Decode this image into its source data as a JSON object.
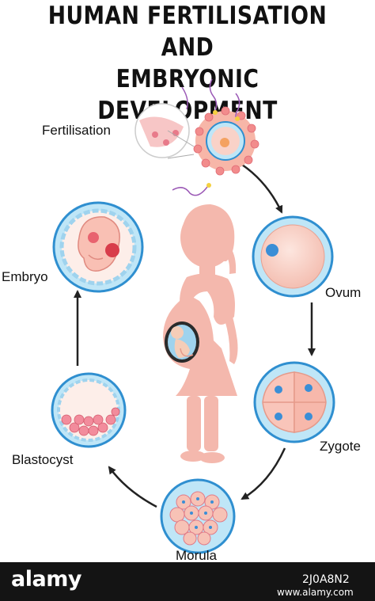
{
  "title_line1": "HUMAN FERTILISATION AND",
  "title_line2": "EMBRYONIC DEVELOPMENT",
  "stages": {
    "fertilisation": "Fertilisation",
    "ovum": "Ovum",
    "zygote": "Zygote",
    "morula": "Morula",
    "blastocyst": "Blastocyst",
    "embryo": "Embryo"
  },
  "watermark": {
    "brand": "alamy",
    "image_id": "2J0A8N2",
    "url": "www.alamy.com"
  },
  "colors": {
    "cell_ring": "#2f8fd0",
    "cell_ring_inner": "#bfe6f7",
    "cell_fill": "#f9d2c8",
    "silhouette": "#f4b8ad",
    "arrow": "#222222"
  }
}
